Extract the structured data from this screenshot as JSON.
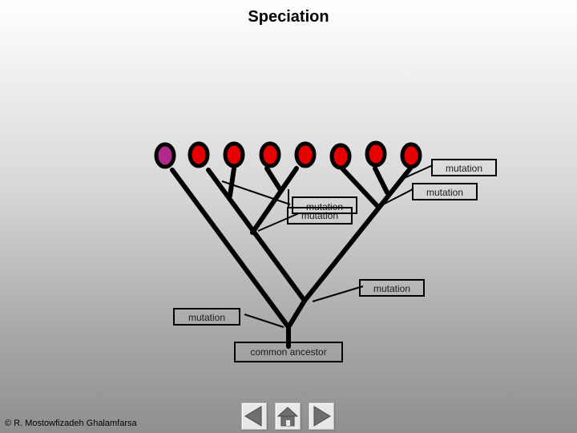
{
  "title": "Speciation",
  "diagram": {
    "species_colors": [
      "#b02a8c",
      "#e60000",
      "#e60000",
      "#e60000",
      "#e60000",
      "#e60000",
      "#e60000",
      "#e60000"
    ],
    "branch_color": "#000000",
    "labels": {
      "mutation_1": "mutation",
      "mutation_2": "mutation",
      "mutation_3": "mutation",
      "mutation_4": "mutation",
      "mutation_5": "mutation",
      "mutation_6": "mutation",
      "common_ancestor": "common ancestor"
    }
  },
  "footer": {
    "copyright": "© R. Mostowfizadeh Ghalamfarsa"
  },
  "nav": {
    "icons": [
      "back-arrow-icon",
      "home-icon",
      "forward-arrow-icon"
    ]
  }
}
